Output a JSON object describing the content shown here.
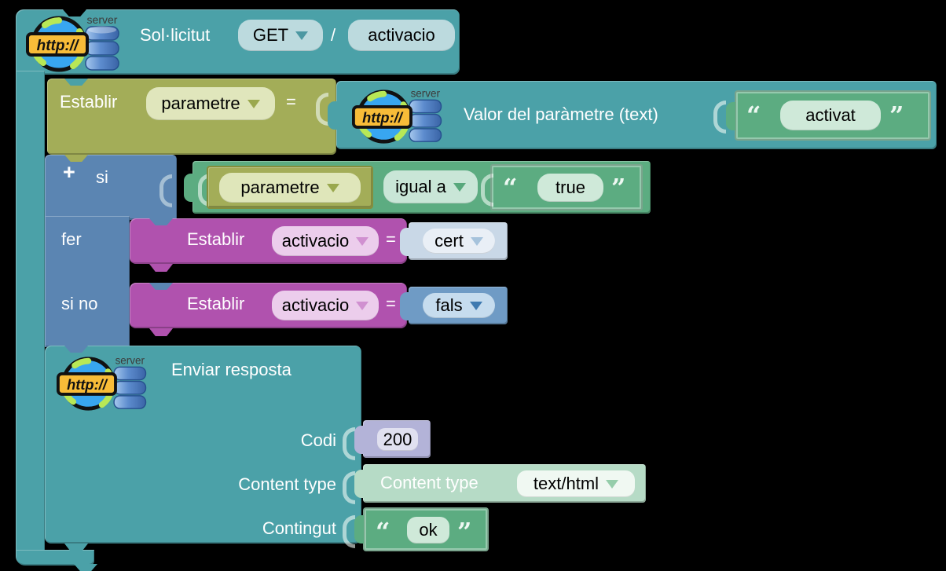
{
  "icon": {
    "http_label": "http://",
    "server_label": "server"
  },
  "request_block": {
    "title": "Sol·licitut",
    "method": "GET",
    "slash": "/",
    "route": "activacio"
  },
  "set_param_block": {
    "set_label": "Establir",
    "var_name": "parametre",
    "equals": "="
  },
  "param_value_block": {
    "label": "Valor del paràmetre (text)",
    "open_quote": "“",
    "string_value": "activat",
    "close_quote": "”"
  },
  "if_block": {
    "plus": "+",
    "if_label": "si",
    "do_label": "fer",
    "else_label": "si no"
  },
  "condition": {
    "var_name": "parametre",
    "operator": "igual a",
    "open_quote": "“",
    "string_value": "true",
    "close_quote": "”"
  },
  "then_statement": {
    "set_label": "Establir",
    "var_name": "activacio",
    "equals": "=",
    "value": "cert"
  },
  "else_statement": {
    "set_label": "Establir",
    "var_name": "activacio",
    "equals": "=",
    "value": "fals"
  },
  "response_block": {
    "title": "Enviar resposta",
    "code_label": "Codi",
    "code_value": "200",
    "content_type_label": "Content type",
    "content_type_inner_label": "Content type",
    "content_type_value": "text/html",
    "content_label": "Contingut",
    "open_quote": "“",
    "content_value": "ok",
    "close_quote": "”"
  },
  "colors": {
    "workspace_bg": "#000000",
    "teal": "#4BA1A8",
    "olive": "#A3AD58",
    "green": "#5CAC81",
    "blue": "#5B85B2",
    "purple": "#B052AE",
    "steel_blue": "#6F9BC5",
    "shadow_blue": "#C9D8E7",
    "lavender": "#B3B3D8",
    "pale_green": "#B6DBC6"
  }
}
